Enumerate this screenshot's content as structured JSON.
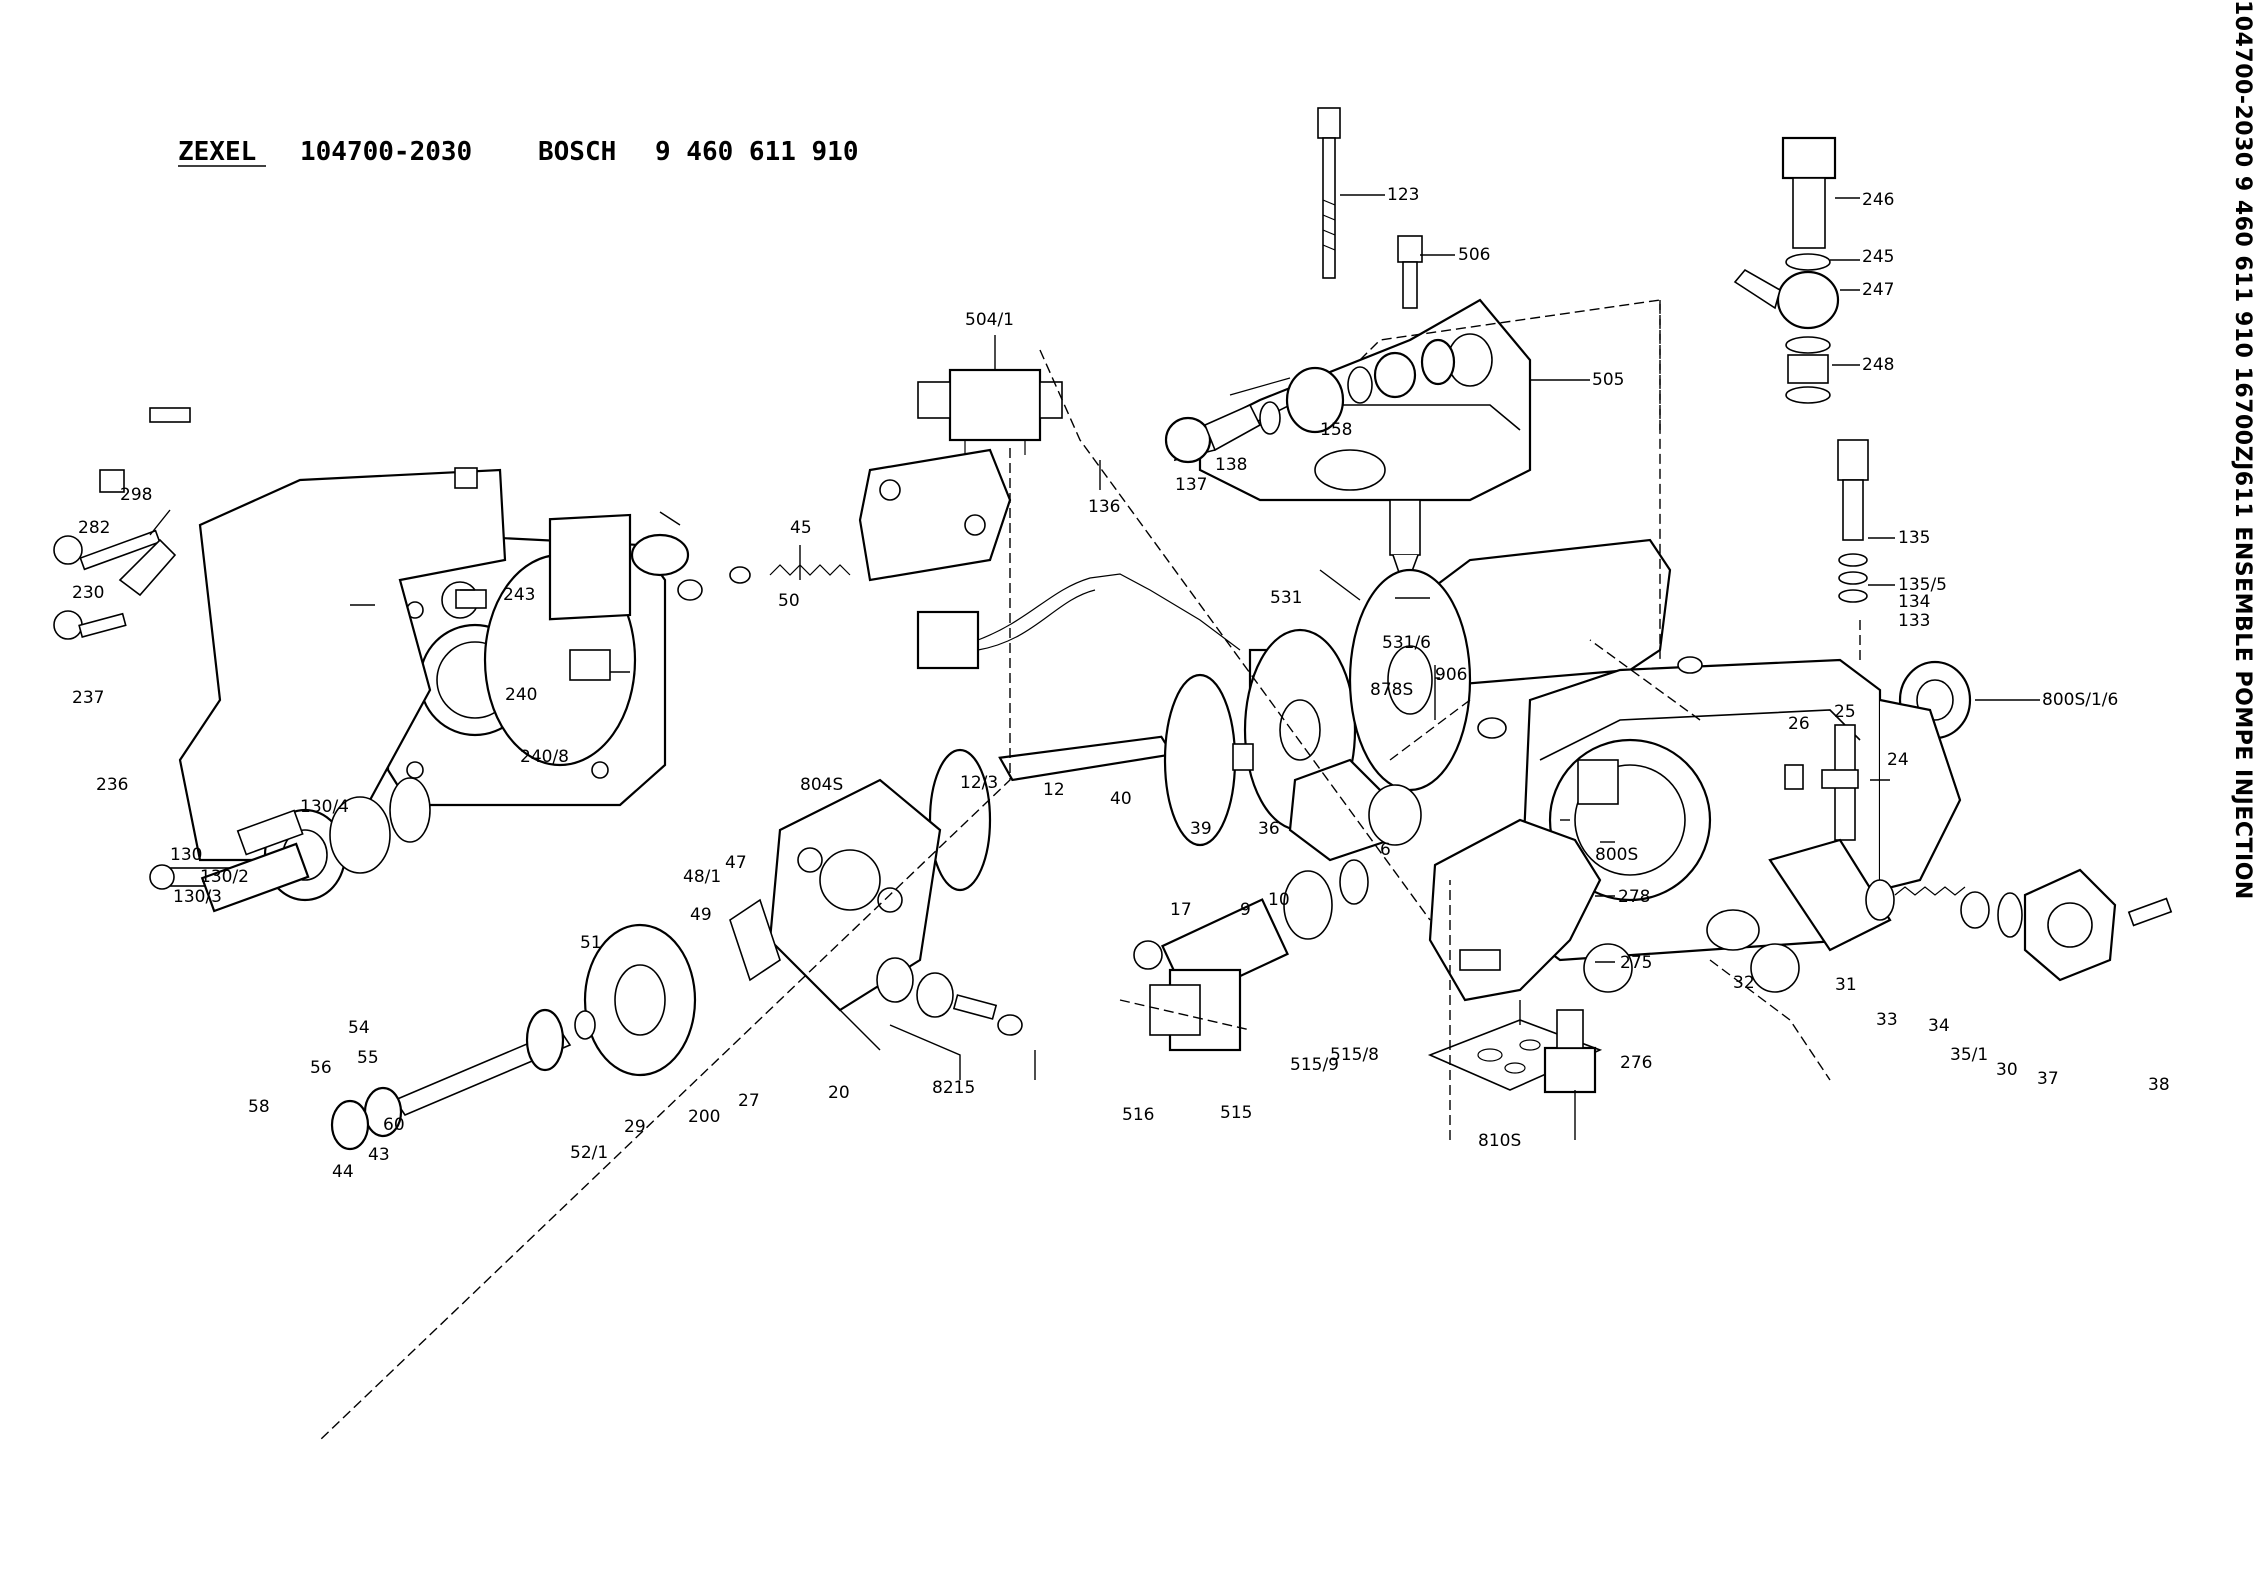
{
  "header": {
    "zexel_label": "ZEXEL",
    "zexel_number": "104700-2030",
    "bosch_label": "BOSCH",
    "bosch_number": "9 460 611 910"
  },
  "side_title": "104700-2030  9 460 611 910  16700ZJ611  ENSEMBLE POMPE INJECTION",
  "labels": [
    "123",
    "506",
    "505",
    "504/1",
    "136",
    "137",
    "138",
    "158",
    "246",
    "245",
    "247",
    "248",
    "135",
    "135/5",
    "134",
    "133",
    "800S/1/6",
    "298",
    "282",
    "230",
    "237",
    "236",
    "243",
    "240",
    "240/8",
    "130",
    "130/4",
    "130/2",
    "130/3",
    "45",
    "50",
    "49",
    "48/1",
    "47",
    "804S",
    "51",
    "58",
    "56",
    "55",
    "54",
    "60",
    "531",
    "878S",
    "531/6",
    "906",
    "40",
    "39",
    "36",
    "12",
    "12/3",
    "17",
    "9",
    "10",
    "6",
    "26",
    "25",
    "24",
    "800S",
    "278",
    "275",
    "276",
    "32",
    "31",
    "33",
    "34",
    "35/1",
    "30",
    "37",
    "38",
    "515/9",
    "515/8",
    "516",
    "515",
    "810S",
    "44",
    "43",
    "52/1",
    "29",
    "200",
    "27",
    "20",
    "8215"
  ]
}
